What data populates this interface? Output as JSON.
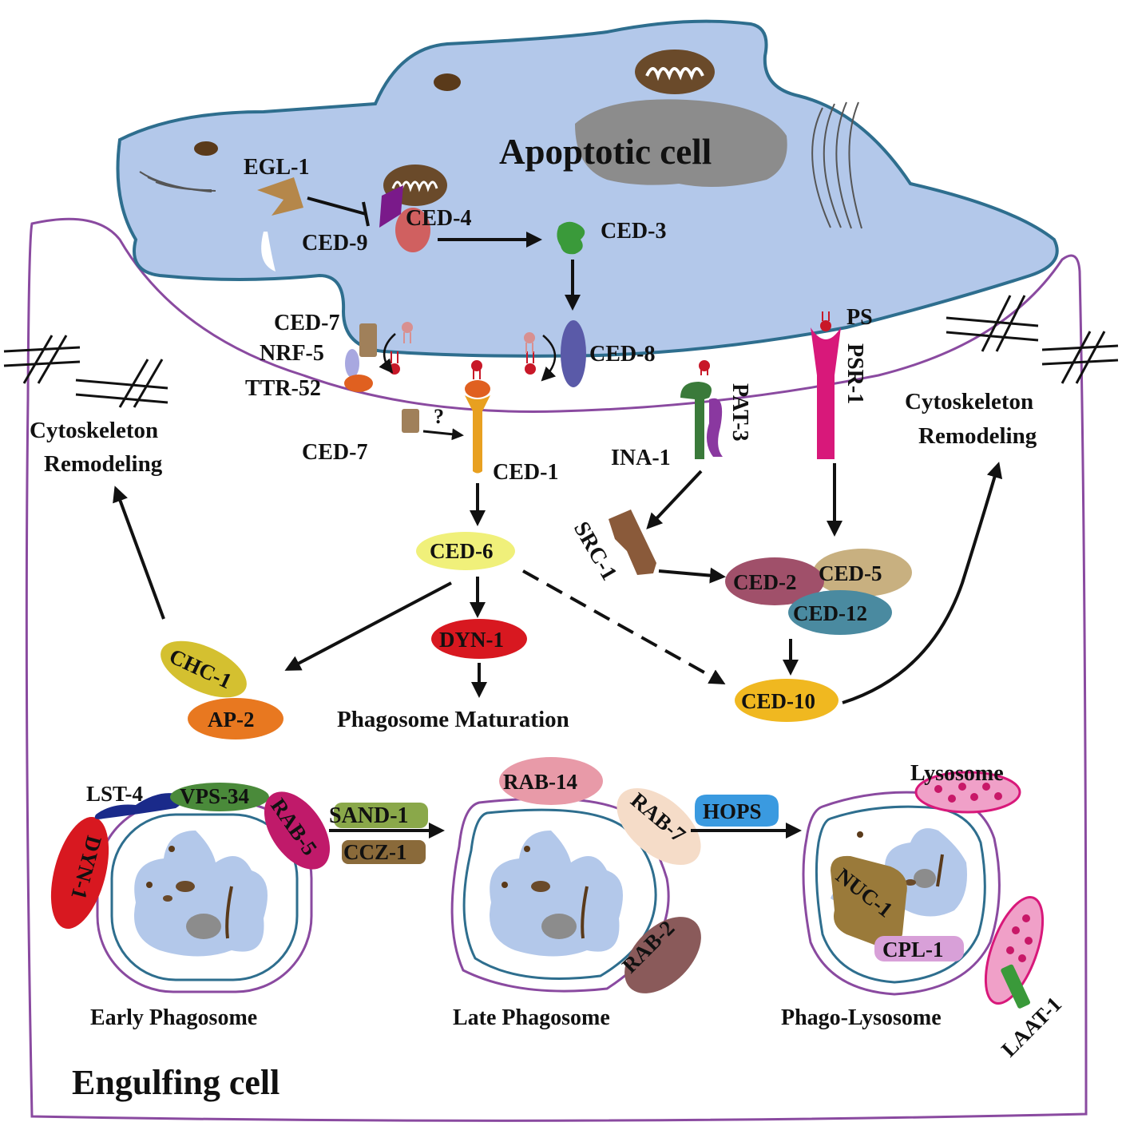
{
  "labels": {
    "apoptotic_cell": "Apoptotic cell",
    "engulfing_cell": "Engulfing cell",
    "egl1": "EGL-1",
    "ced9": "CED-9",
    "ced4": "CED-4",
    "ced3": "CED-3",
    "ced7_top": "CED-7",
    "nrf5": "NRF-5",
    "ttr52": "TTR-52",
    "ced8": "CED-8",
    "ps": "PS",
    "psr1": "PSR-1",
    "pat3": "PAT-3",
    "ina1": "INA-1",
    "ced7_low": "CED-7",
    "question": "?",
    "ced1": "CED-1",
    "ced6": "CED-6",
    "src1": "SRC-1",
    "ced2": "CED-2",
    "ced5": "CED-5",
    "ced12": "CED-12",
    "dyn1_mid": "DYN-1",
    "chc1": "CHC-1",
    "ap2": "AP-2",
    "phagosome_maturation": "Phagosome Maturation",
    "ced10": "CED-10",
    "cyto_left_1": "Cytoskeleton",
    "cyto_left_2": "Remodeling",
    "cyto_right_1": "Cytoskeleton",
    "cyto_right_2": "Remodeling",
    "lst4": "LST-4",
    "vps34": "VPS-34",
    "rab5": "RAB-5",
    "dyn1_low": "DYN-1",
    "sand1": "SAND-1",
    "ccz1": "CCZ-1",
    "rab14": "RAB-14",
    "rab7": "RAB-7",
    "rab2": "RAB-2",
    "hops": "HOPS",
    "lysosome": "Lysosome",
    "nuc1": "NUC-1",
    "cpl1": "CPL-1",
    "laat1": "LAAT-1",
    "early_phagosome": "Early Phagosome",
    "late_phagosome": "Late Phagosome",
    "phago_lysosome": "Phago-Lysosome"
  },
  "colors": {
    "apoptotic_fill": "#b3c8ea",
    "apoptotic_stroke": "#2e6e8e",
    "engulfing_stroke": "#8a4aa0",
    "ced1": "#e8a020",
    "ced6": "#f0f07a",
    "dyn1": "#d81820",
    "chc1": "#d4c030",
    "ap2": "#e87820",
    "ced10": "#f0b820",
    "ced2": "#a0506a",
    "ced5": "#c8b080",
    "ced12": "#4a8aa0",
    "ced8": "#5a5aa8",
    "psr1": "#d8187a",
    "ina1": "#3a7a3a",
    "pat3": "#8a38a0",
    "src1": "#8a5a3a",
    "ced3": "#3a9a3a",
    "lst4": "#1a2a8a",
    "vps34": "#4a8a3a",
    "rab5": "#c01a6a",
    "rab14": "#e89aa8",
    "rab7": "#f5dcc8",
    "rab2": "#8a5a5a",
    "hops": "#3a9ae0",
    "sand1": "#8aa84a",
    "ccz1": "#8a6a3a",
    "lysosome": "#f0a0c8",
    "nuc1": "#9a7a3a",
    "cpl1": "#d8a0d8",
    "laat1": "#3a9a3a"
  }
}
